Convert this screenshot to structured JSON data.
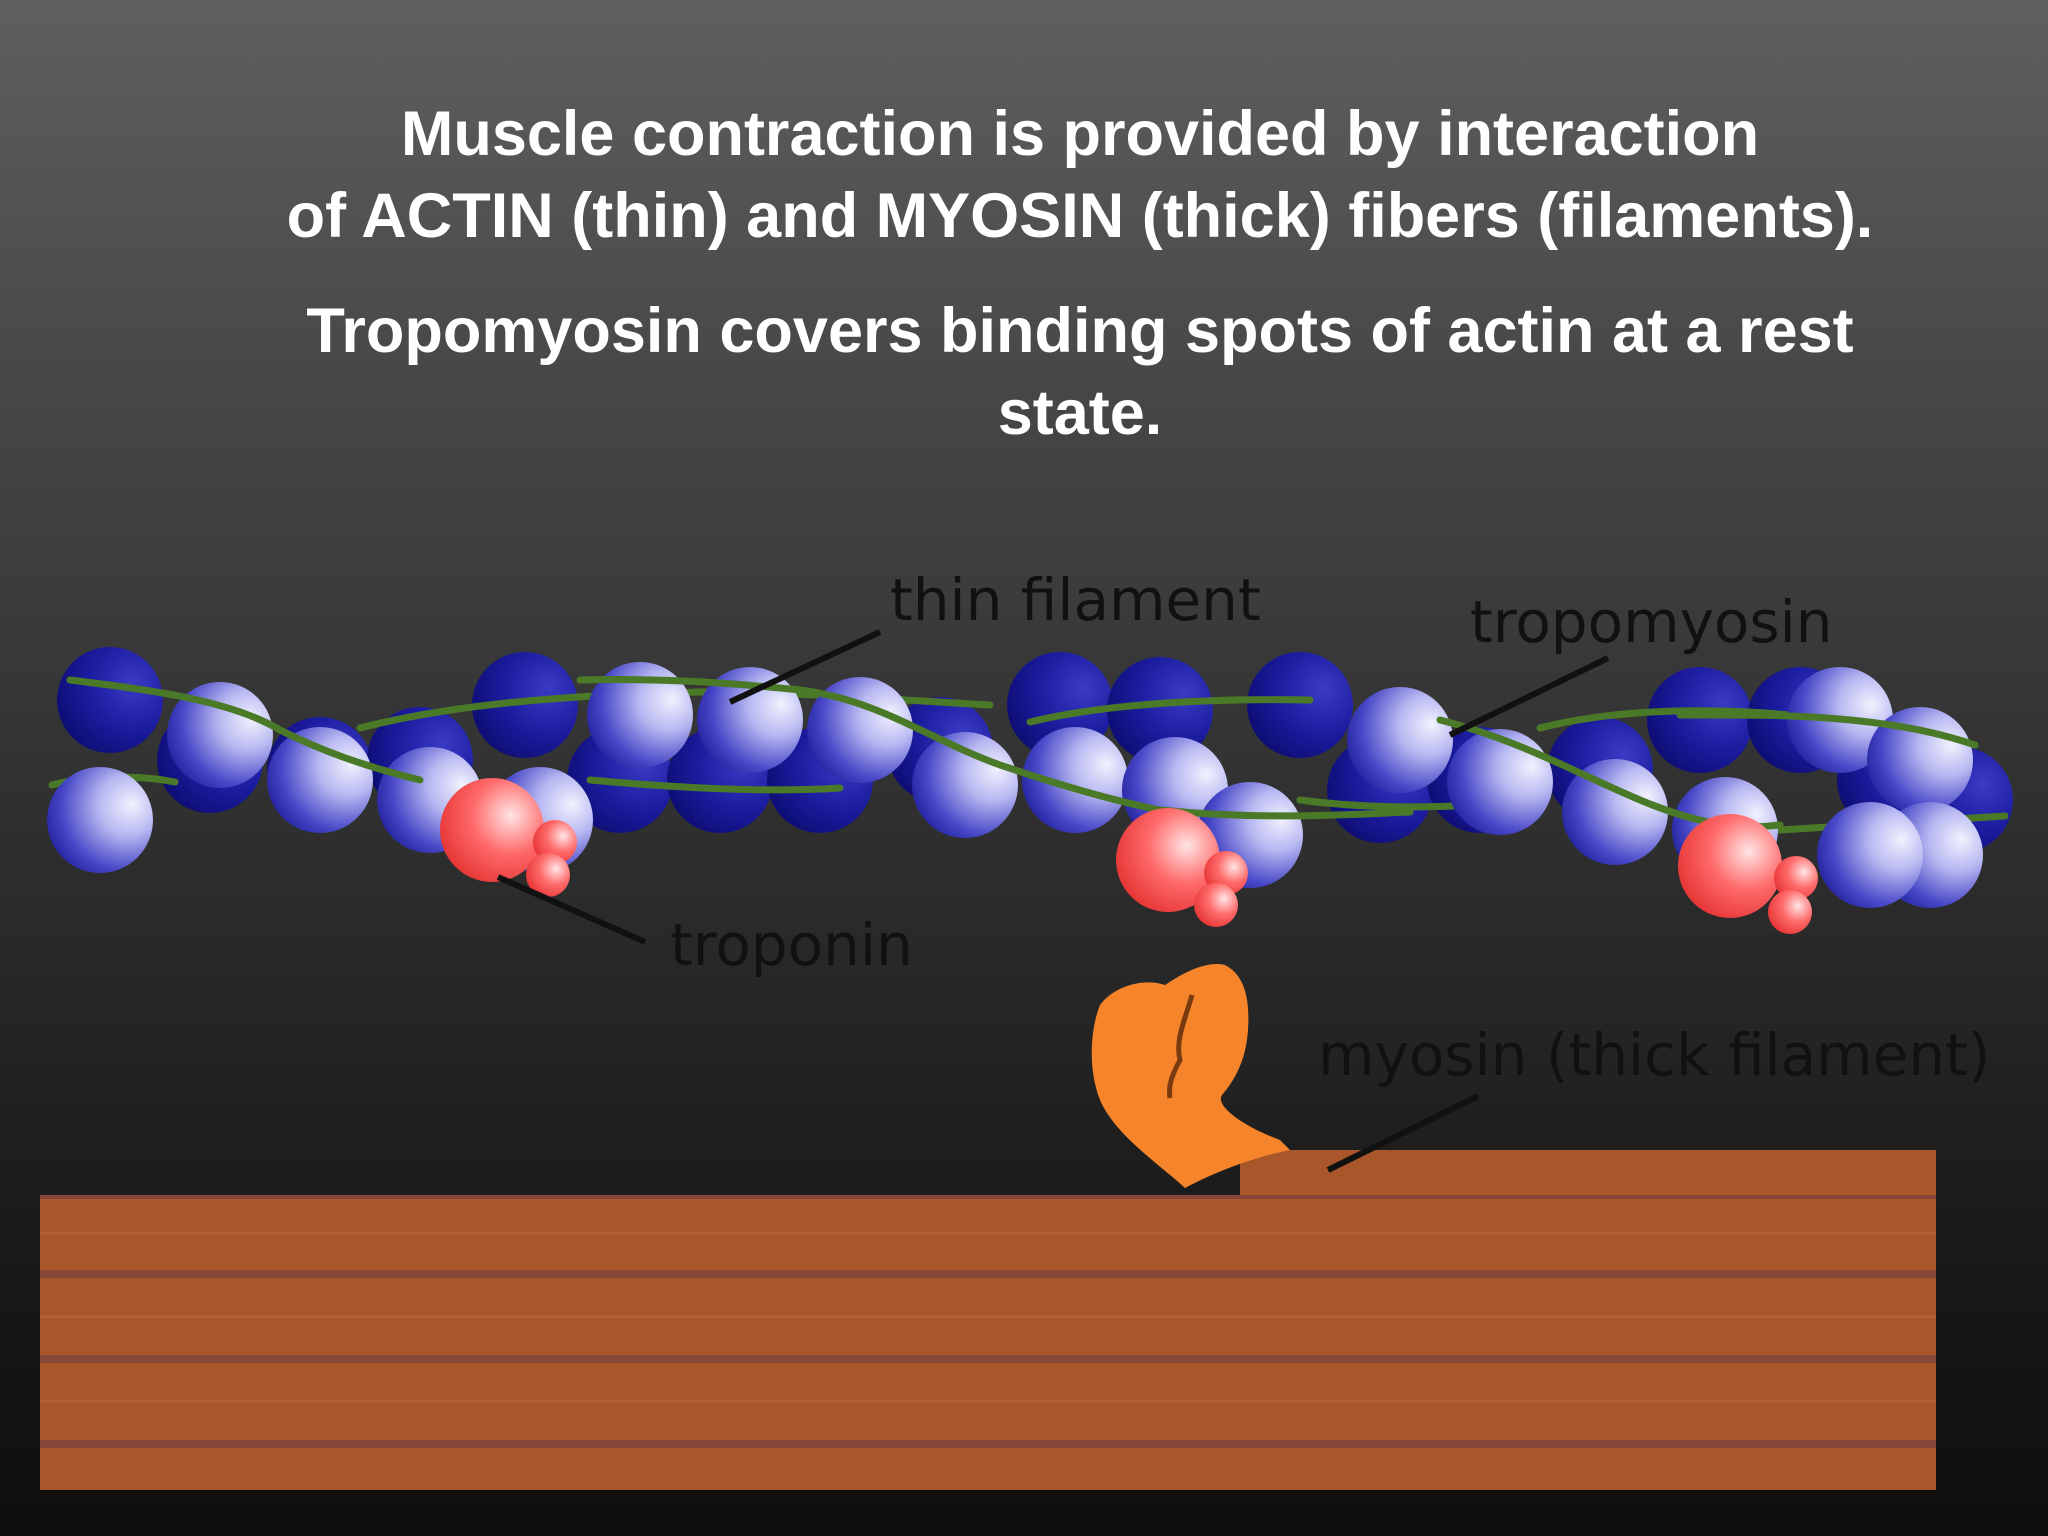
{
  "slide": {
    "heading_lines": [
      "Muscle contraction is provided by interaction",
      "of ACTIN (thin) and MYOSIN (thick) fibers (filaments)."
    ],
    "subheading_lines": [
      "Tropomyosin covers binding spots of actin at a rest",
      "state."
    ]
  },
  "diagram": {
    "labels": {
      "thin_filament": "thin filament",
      "tropomyosin": "tropomyosin",
      "troponin": "troponin",
      "myosin": "myosin (thick filament)"
    },
    "colors": {
      "actin_light": "#e8e8ff",
      "actin_mid": "#7070e0",
      "actin_dark": "#10108c",
      "tropomyosin": "#4a7a28",
      "troponin": "#ff4d4d",
      "myosin_head": "#f5842a",
      "thick_filament": "#a9562a",
      "thick_filament_stripe": "#86463a"
    }
  }
}
